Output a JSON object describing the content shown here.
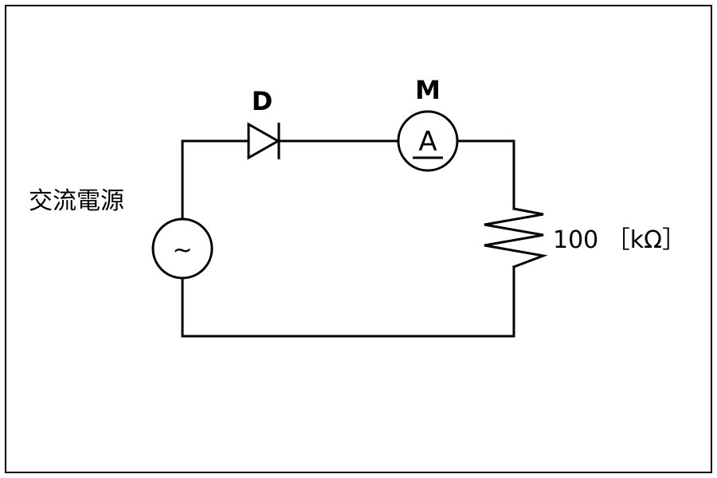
{
  "diagram": {
    "source_label": "交流電源",
    "source_symbol": "~",
    "diode_label": "D",
    "meter_label": "M",
    "meter_symbol": "A",
    "resistor_label": "100 ［kΩ］"
  }
}
